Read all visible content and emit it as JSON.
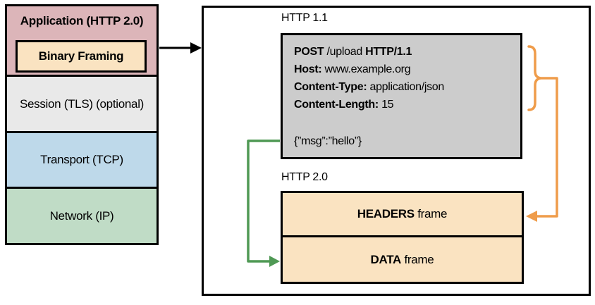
{
  "stack": {
    "layers": [
      {
        "label": "Application (HTTP 2.0)",
        "color": "#dcb5b9"
      },
      {
        "label": "Session (TLS) (optional)",
        "color": "#e9e9e9"
      },
      {
        "label": "Transport (TCP)",
        "color": "#bed9ea"
      },
      {
        "label": "Network (IP)",
        "color": "#c0dcc6"
      }
    ],
    "binary_framing": {
      "label": "Binary Framing",
      "color": "#fae3c1"
    }
  },
  "panel": {
    "http11": {
      "label": "HTTP 1.1",
      "request": {
        "box_color": "#cccccc",
        "lines": [
          [
            {
              "text": "POST",
              "bold": true
            },
            {
              "text": " /upload ",
              "bold": false
            },
            {
              "text": "HTTP/1.1",
              "bold": true
            }
          ],
          [
            {
              "text": "Host:",
              "bold": true
            },
            {
              "text": " www.example.org",
              "bold": false
            }
          ],
          [
            {
              "text": "Content-Type:",
              "bold": true
            },
            {
              "text": " application/json",
              "bold": false
            }
          ],
          [
            {
              "text": "Content-Length:",
              "bold": true
            },
            {
              "text": " 15",
              "bold": false
            }
          ]
        ],
        "body": "{”msg”:”hello”}"
      }
    },
    "http20": {
      "label": "HTTP 2.0",
      "frames": [
        {
          "color": "#fae3c1",
          "segments": [
            {
              "text": "HEADERS",
              "bold": true
            },
            {
              "text": " frame",
              "bold": false
            }
          ]
        },
        {
          "color": "#fae3c1",
          "segments": [
            {
              "text": "DATA",
              "bold": true
            },
            {
              "text": " frame",
              "bold": false
            }
          ]
        }
      ]
    }
  },
  "connectors": {
    "stack_to_panel_arrow_color": "#000000",
    "headers_arrow_color": "#ef9c4a",
    "body_arrow_color": "#4f9954"
  }
}
